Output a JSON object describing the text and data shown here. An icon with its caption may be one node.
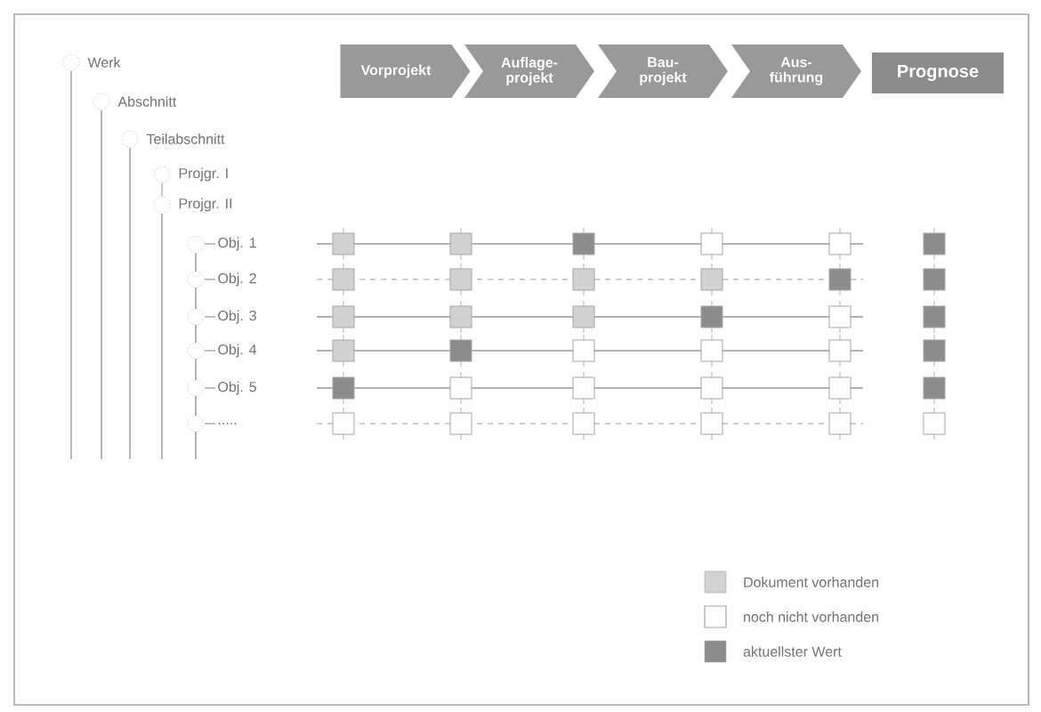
{
  "diagram": {
    "nodes": [
      {
        "text": [
          "Werk"
        ]
      },
      {
        "text": [
          "Abschnitt"
        ]
      },
      {
        "text": [
          "Teilabschnitt"
        ]
      },
      {
        "text": [
          "Projgr. I"
        ]
      },
      {
        "text": [
          "Projgr. II"
        ]
      },
      {
        "text": [
          "Obj. 1"
        ]
      },
      {
        "text": [
          "Obj. 2"
        ]
      },
      {
        "text": [
          "Obj. 3"
        ]
      },
      {
        "text": [
          "Obj. 4"
        ]
      },
      {
        "text": [
          "Obj. 5"
        ]
      },
      {
        "text": [
          "....."
        ]
      },
      {
        "text": [
          "Vorprojekt"
        ]
      },
      {
        "text": [
          "Auflage- projekt"
        ]
      },
      {
        "text": [
          "Bau- projekt"
        ]
      },
      {
        "text": [
          "Aus- führung"
        ]
      },
      {
        "text": [
          "Prognose"
        ]
      }
    ],
    "edges": [
      {
        "from": 3,
        "to": 4,
        "arrow": "none"
      }
    ],
    "legend": [
      {
        "text": "Dokument vorhanden",
        "color": "#d2d2d2"
      },
      {
        "text": "noch nicht vorhanden"
      },
      {
        "text": "aktuellster Wert",
        "color": "#8c8c8c"
      }
    ]
  }
}
